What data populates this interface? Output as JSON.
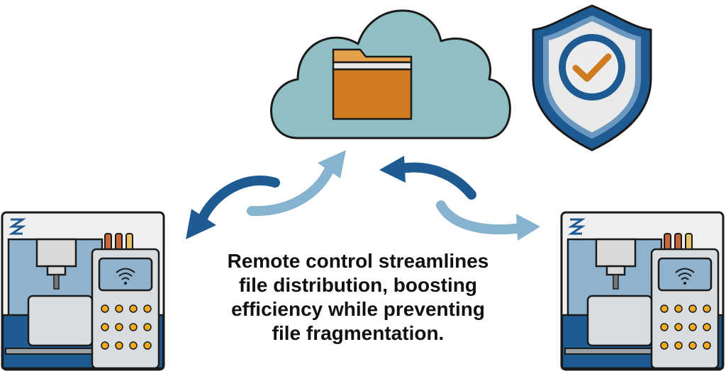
{
  "caption": {
    "lines": [
      "Remote control streamlines",
      "file distribution, boosting",
      "efficiency while preventing",
      "file fragmentation."
    ]
  },
  "icons": {
    "cloud": "cloud-icon",
    "folder": "folder-icon",
    "shield": "shield-check-icon",
    "machine_left": "cnc-machine-icon",
    "machine_right": "cnc-machine-icon",
    "wifi": "wifi-icon"
  },
  "colors": {
    "cloud_fill": "#8fbfc3",
    "folder_orange": "#d07b1f",
    "shield_blue": "#1f5b93",
    "check_orange": "#d07b1f",
    "arrow_dark": "#1f5b93",
    "arrow_light": "#86b3cf",
    "machine_blue": "#1f5b93",
    "machine_light": "#7ba7c6",
    "panel_grey": "#d9d9d9",
    "button_yellow": "#f2a91f",
    "outline": "#1a1a1a"
  }
}
